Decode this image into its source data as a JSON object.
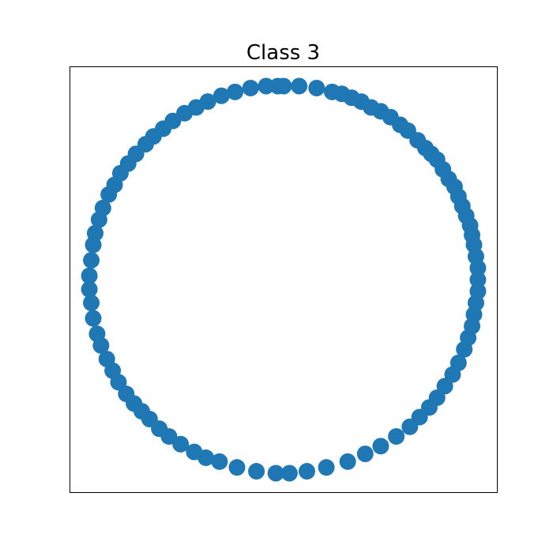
{
  "chart_data": {
    "type": "scatter",
    "title": "Class 3",
    "xlabel": "",
    "ylabel": "",
    "xlim": [
      -1.1,
      1.1
    ],
    "ylim": [
      -1.1,
      1.1
    ],
    "grid": false,
    "axes_ticks": false,
    "marker": "circle",
    "color": "#1f77b4",
    "series": [
      {
        "points": [
          [
            0.0,
            1.0
          ],
          [
            0.08,
            1.0
          ],
          [
            0.17,
            0.99
          ],
          [
            0.25,
            0.97
          ],
          [
            0.3,
            0.96
          ],
          [
            0.35,
            0.94
          ],
          [
            0.4,
            0.92
          ],
          [
            0.45,
            0.89
          ],
          [
            0.5,
            0.87
          ],
          [
            0.55,
            0.84
          ],
          [
            0.6,
            0.8
          ],
          [
            0.64,
            0.77
          ],
          [
            0.69,
            0.72
          ],
          [
            0.73,
            0.68
          ],
          [
            0.76,
            0.65
          ],
          [
            0.79,
            0.62
          ],
          [
            0.82,
            0.57
          ],
          [
            0.85,
            0.52
          ],
          [
            0.88,
            0.48
          ],
          [
            0.9,
            0.43
          ],
          [
            0.92,
            0.38
          ],
          [
            0.94,
            0.33
          ],
          [
            0.96,
            0.28
          ],
          [
            0.97,
            0.23
          ],
          [
            0.98,
            0.18
          ],
          [
            0.99,
            0.12
          ],
          [
            1.0,
            0.06
          ],
          [
            1.0,
            0.0
          ],
          [
            1.0,
            -0.06
          ],
          [
            0.99,
            -0.12
          ],
          [
            0.98,
            -0.18
          ],
          [
            0.97,
            -0.24
          ],
          [
            0.95,
            -0.3
          ],
          [
            0.93,
            -0.36
          ],
          [
            0.9,
            -0.43
          ],
          [
            0.87,
            -0.49
          ],
          [
            0.83,
            -0.55
          ],
          [
            0.79,
            -0.61
          ],
          [
            0.75,
            -0.66
          ],
          [
            0.7,
            -0.71
          ],
          [
            0.65,
            -0.76
          ],
          [
            0.58,
            -0.81
          ],
          [
            0.5,
            -0.86
          ],
          [
            0.42,
            -0.9
          ],
          [
            0.33,
            -0.94
          ],
          [
            0.22,
            -0.97
          ],
          [
            0.12,
            -0.99
          ],
          [
            0.03,
            -1.0
          ],
          [
            -0.04,
            -1.0
          ],
          [
            -0.14,
            -0.99
          ],
          [
            -0.24,
            -0.97
          ],
          [
            -0.33,
            -0.94
          ],
          [
            -0.4,
            -0.92
          ],
          [
            -0.46,
            -0.89
          ],
          [
            -0.53,
            -0.85
          ],
          [
            -0.59,
            -0.81
          ],
          [
            -0.64,
            -0.77
          ],
          [
            -0.69,
            -0.72
          ],
          [
            -0.73,
            -0.68
          ],
          [
            -0.77,
            -0.64
          ],
          [
            -0.81,
            -0.59
          ],
          [
            -0.85,
            -0.53
          ],
          [
            -0.88,
            -0.47
          ],
          [
            -0.91,
            -0.41
          ],
          [
            -0.94,
            -0.34
          ],
          [
            -0.96,
            -0.28
          ],
          [
            -0.98,
            -0.2
          ],
          [
            -0.99,
            -0.12
          ],
          [
            -1.0,
            -0.05
          ],
          [
            -1.0,
            0.02
          ],
          [
            -0.99,
            0.1
          ],
          [
            -0.98,
            0.18
          ],
          [
            -0.97,
            0.24
          ],
          [
            -0.95,
            0.31
          ],
          [
            -0.93,
            0.37
          ],
          [
            -0.9,
            0.44
          ],
          [
            -0.87,
            0.49
          ],
          [
            -0.84,
            0.55
          ],
          [
            -0.8,
            0.6
          ],
          [
            -0.76,
            0.65
          ],
          [
            -0.71,
            0.7
          ],
          [
            -0.67,
            0.74
          ],
          [
            -0.62,
            0.78
          ],
          [
            -0.57,
            0.82
          ],
          [
            -0.51,
            0.86
          ],
          [
            -0.45,
            0.89
          ],
          [
            -0.39,
            0.92
          ],
          [
            -0.32,
            0.95
          ],
          [
            -0.25,
            0.97
          ],
          [
            -0.17,
            0.99
          ],
          [
            -0.09,
            1.0
          ],
          [
            -0.03,
            1.0
          ]
        ]
      }
    ]
  }
}
